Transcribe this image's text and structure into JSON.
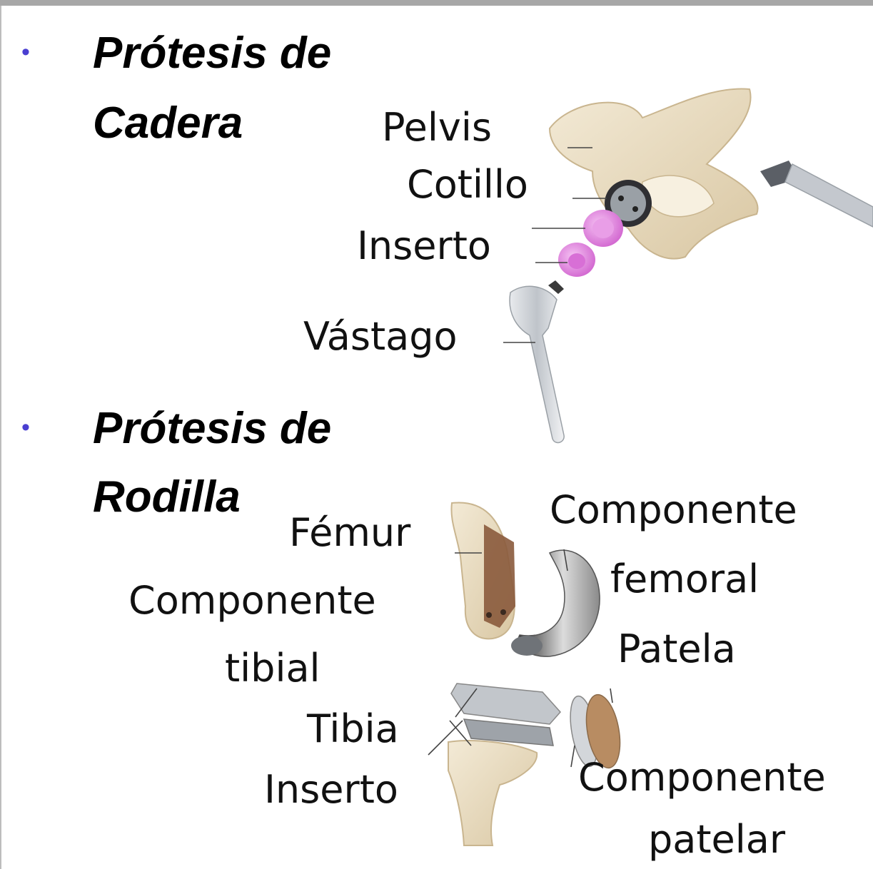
{
  "sections": [
    {
      "bullet": "•",
      "title_line1": "Prótesis de",
      "title_line2": "Cadera"
    },
    {
      "bullet": "•",
      "title_line1": "Prótesis de",
      "title_line2": "Rodilla"
    }
  ],
  "hip_labels": {
    "pelvis": "Pelvis",
    "cotillo": "Cotillo",
    "inserto": "Inserto",
    "vastago": "Vástago"
  },
  "knee_labels": {
    "femur": "Fémur",
    "componente_femoral_1": "Componente",
    "componente_femoral_2": "femoral",
    "componente_tibial_1": "Componente",
    "componente_tibial_2": "tibial",
    "patela": "Patela",
    "tibia": "Tibia",
    "inserto": "Inserto",
    "componente_patelar_1": "Componente",
    "componente_patelar_2": "patelar"
  },
  "colors": {
    "bullet": "#4a3fd1",
    "bone": "#ece0c6",
    "implant_insert": "#e184e0",
    "metal": "#c9cdd2"
  }
}
